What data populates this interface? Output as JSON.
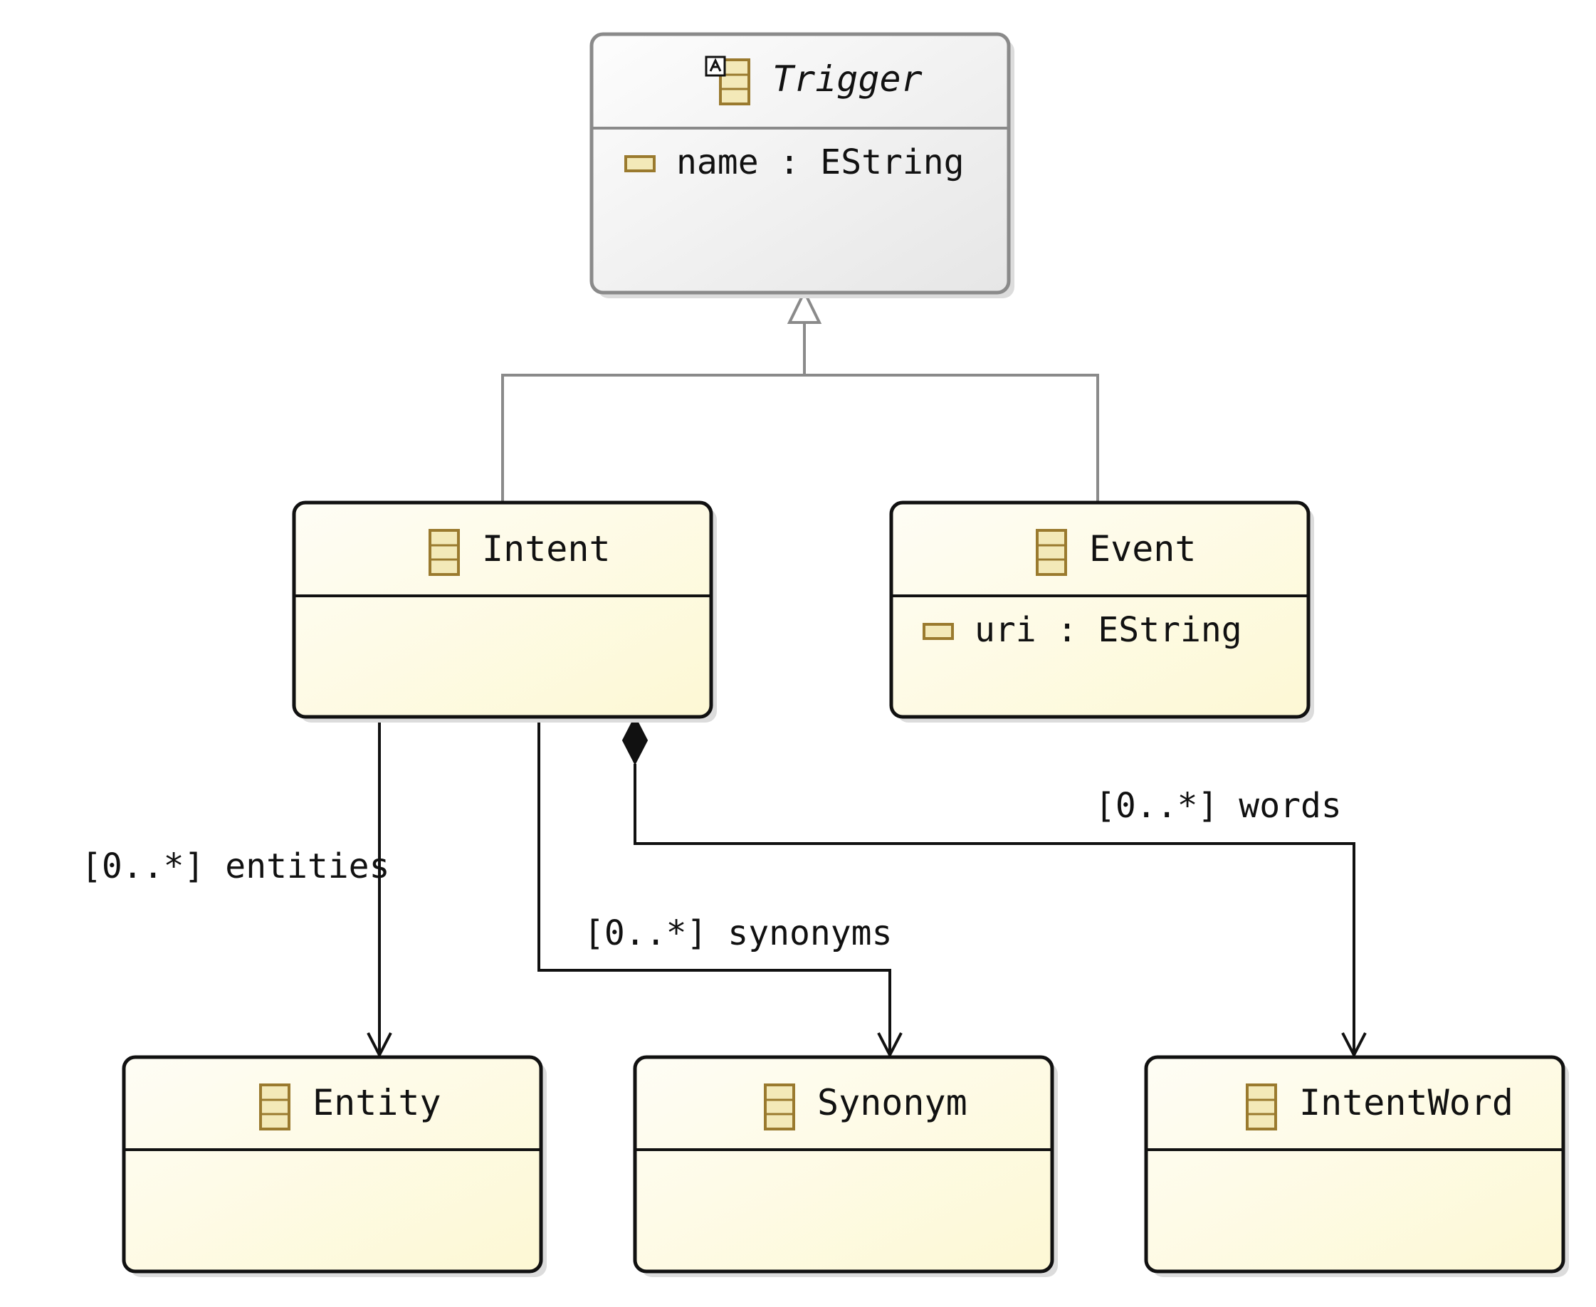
{
  "diagram": {
    "classes": [
      {
        "id": "trigger",
        "name": "Trigger",
        "abstract": true,
        "attributes": [
          {
            "text": "name : EString"
          }
        ]
      },
      {
        "id": "intent",
        "name": "Intent",
        "abstract": false,
        "attributes": []
      },
      {
        "id": "event",
        "name": "Event",
        "abstract": false,
        "attributes": [
          {
            "text": "uri : EString"
          }
        ]
      },
      {
        "id": "entity",
        "name": "Entity",
        "abstract": false,
        "attributes": []
      },
      {
        "id": "synonym",
        "name": "Synonym",
        "abstract": false,
        "attributes": []
      },
      {
        "id": "intentword",
        "name": "IntentWord",
        "abstract": false,
        "attributes": []
      }
    ],
    "generalizations": [
      {
        "child": "intent",
        "parent": "trigger"
      },
      {
        "child": "event",
        "parent": "trigger"
      }
    ],
    "references": [
      {
        "id": "entities",
        "from": "intent",
        "to": "entity",
        "kind": "reference",
        "label": "[0..*] entities"
      },
      {
        "id": "synonyms",
        "from": "intent",
        "to": "synonym",
        "kind": "reference",
        "label": "[0..*] synonyms"
      },
      {
        "id": "words",
        "from": "intent",
        "to": "intentword",
        "kind": "containment",
        "label": "[0..*] words"
      }
    ],
    "colors": {
      "abstract_fill_start": "#fdfdfd",
      "abstract_fill_end": "#e6e6e6",
      "abstract_border": "#8a8a8a",
      "concrete_fill_start": "#fefdf5",
      "concrete_fill_end": "#fdf8d4",
      "concrete_border": "#111111",
      "icon_gold": "#9a7a2e",
      "icon_fill": "#f3e9b8",
      "generalization_line": "#8a8a8a",
      "reference_line": "#111111"
    },
    "icons": {
      "class": "eclass-icon",
      "abstract_marker": "abstract-marker-icon",
      "attribute": "eattribute-icon"
    }
  }
}
